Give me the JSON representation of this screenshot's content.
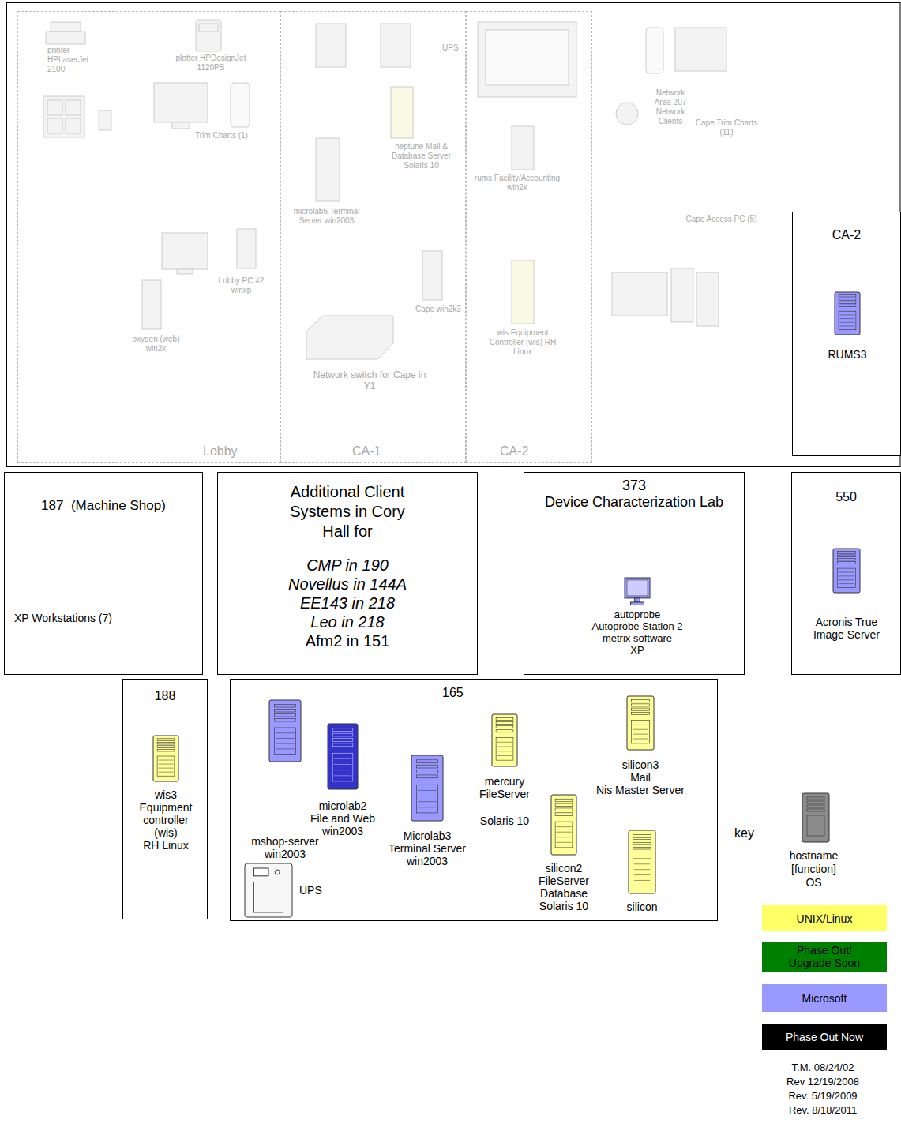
{
  "diagram": {
    "nodes": [
      {
        "text": [
          "Lobby"
        ]
      },
      {
        "text": [
          "CA-1"
        ]
      },
      {
        "text": [
          "CA-2"
        ]
      },
      {
        "text": [
          "CA-2"
        ]
      },
      {
        "text": [
          "RUMS3"
        ],
        "in": 3
      },
      {
        "text": [
          "187  (Machine Shop)",
          "XP Workstations (7)"
        ]
      },
      {
        "text": [
          "Additional Client Systems in Cory Hall for",
          "CMP in 190",
          "Novellus in 144A",
          "EE143 in 218",
          "Leo in 218",
          "Afm2 in 151"
        ]
      },
      {
        "text": [
          "373",
          "Device Characterization Lab"
        ]
      },
      {
        "text": [
          "autoprobe",
          "Autoprobe Station 2",
          "metrix software",
          "XP"
        ],
        "in": 7
      },
      {
        "text": [
          "550"
        ]
      },
      {
        "text": [
          "Acronis True Image Server"
        ],
        "in": 9
      },
      {
        "text": [
          "188"
        ]
      },
      {
        "text": [
          "wis3",
          "Equipment controller (wis)",
          "RH Linux"
        ],
        "in": 11
      },
      {
        "text": [
          "165"
        ]
      },
      {
        "text": [
          "mshop-server",
          "win2003"
        ],
        "in": 13
      },
      {
        "text": [
          "microlab2",
          "File and Web",
          "win2003"
        ],
        "in": 13
      },
      {
        "text": [
          "Microlab3",
          "Terminal Server",
          "win2003"
        ],
        "in": 13
      },
      {
        "text": [
          "mercury",
          "FileServer",
          "Solaris 10"
        ],
        "in": 13
      },
      {
        "text": [
          "silicon2",
          "FileServer Database",
          "Solaris 10"
        ],
        "in": 13
      },
      {
        "text": [
          "silicon3",
          "Mail",
          "Nis Master Server"
        ],
        "in": 13
      },
      {
        "text": [
          "silicon"
        ],
        "in": 13
      },
      {
        "text": [
          "UPS"
        ],
        "in": 13
      }
    ],
    "labels": [
      "printer HPLaserJet 2100",
      "plotter HPDesignJet 1120PS",
      "Trim Charts (1)",
      "Lobby PC #2 winxp",
      "oxygen (web) win2k",
      "UPS",
      "microlab5 Terminal Server win2003",
      "neptune Mail & Database Server Solaris 10",
      "Cape win2k3",
      "Network switch for Cape in Y1",
      "rums Facility/Accounting win2k",
      "wis Equipment Controller (wis) RH Linux",
      "Network Area 207 Network Clients",
      "Cape Trim Charts (11)",
      "Cape Access PC (5)",
      "key",
      "hostname [function] OS",
      "T.M. 08/24/02",
      "Rev 12/19/2008",
      "Rev. 5/19/2009",
      "Rev. 8/18/2011"
    ],
    "legend": [
      {
        "text": "UNIX/Linux",
        "color": "#ffff66"
      },
      {
        "text": "Phase Out/ Upgrade Soon",
        "color": "#008000"
      },
      {
        "text": "Microsoft",
        "color": "#9999ff"
      },
      {
        "text": "Phase Out Now",
        "color": "#000000"
      }
    ]
  }
}
